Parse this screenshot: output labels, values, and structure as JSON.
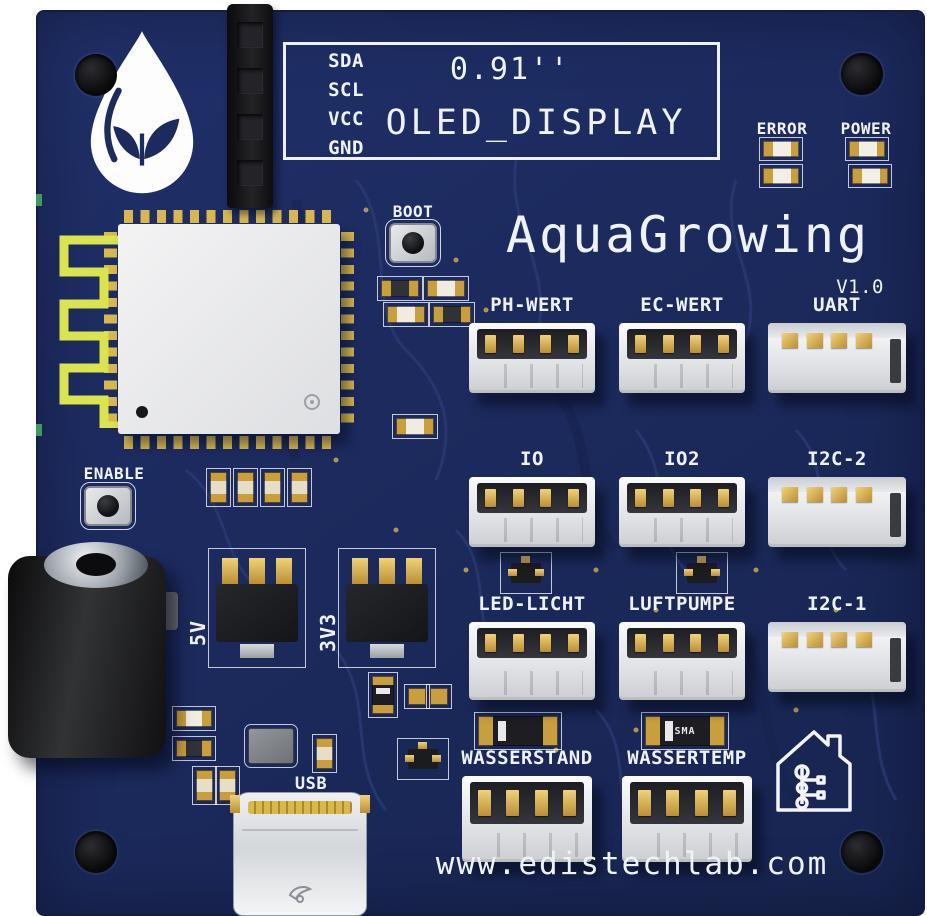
{
  "board": {
    "title": "AquaGrowing",
    "version": "V1.0",
    "website": "www.edistechlab.com"
  },
  "oled": {
    "size": "0.91''",
    "name": "OLED_DISPLAY",
    "pins": [
      "SDA",
      "SCL",
      "VCC",
      "GND"
    ]
  },
  "indicators": {
    "error": "ERROR",
    "power": "POWER"
  },
  "buttons": {
    "boot": "BOOT",
    "enable": "ENABLE"
  },
  "regulators": {
    "v5": "5V",
    "v33": "3V3"
  },
  "usb": {
    "label": "USB"
  },
  "connectors": [
    {
      "id": "ph-wert",
      "label": "PH-WERT"
    },
    {
      "id": "ec-wert",
      "label": "EC-WERT"
    },
    {
      "id": "uart",
      "label": "UART"
    },
    {
      "id": "io",
      "label": "IO"
    },
    {
      "id": "io2",
      "label": "IO2"
    },
    {
      "id": "i2c-2",
      "label": "I2C-2"
    },
    {
      "id": "led-licht",
      "label": "LED-LICHT"
    },
    {
      "id": "luftpumpe",
      "label": "LUFTPUMPE"
    },
    {
      "id": "i2c-1",
      "label": "I2C-1"
    },
    {
      "id": "wasserstand",
      "label": "WASSERSTAND"
    },
    {
      "id": "wassertemp",
      "label": "WASSERTEMP"
    }
  ],
  "smd": {
    "diode_label": "SMA"
  },
  "colors": {
    "pcb": "#1c2a5e",
    "silkscreen": "#eef2f7",
    "pad_gold": "#d8b84e",
    "antenna_trace": "#d9e44f",
    "connector_shell": "#efefef"
  }
}
